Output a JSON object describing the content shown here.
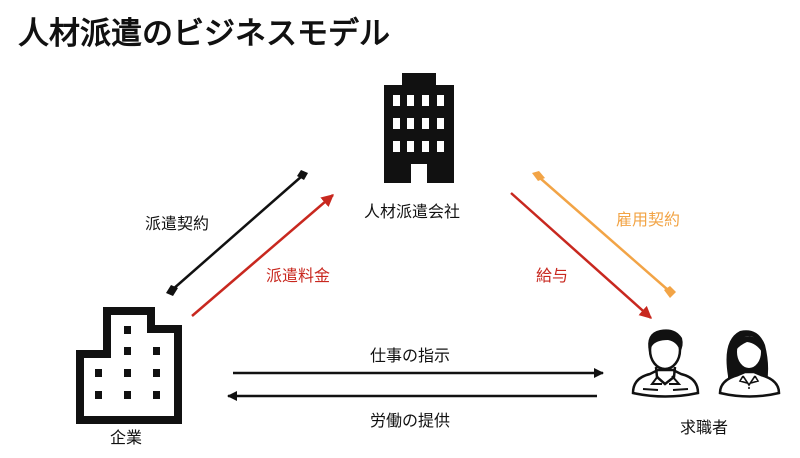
{
  "title": "人材派遣のビジネスモデル",
  "nodes": {
    "agency": {
      "label": "人材派遣会社",
      "icon": "office-building-icon"
    },
    "company": {
      "label": "企業",
      "icon": "company-building-icon"
    },
    "jobseekers": {
      "label": "求職者",
      "icons": [
        "male-person-icon",
        "female-person-icon"
      ]
    }
  },
  "relations": {
    "dispatch_contract": {
      "label": "派遣契約",
      "color": "#111111"
    },
    "dispatch_fee": {
      "label": "派遣料金",
      "color": "#c8281f"
    },
    "employment_contract": {
      "label": "雇用契約",
      "color": "#f2a446"
    },
    "salary": {
      "label": "給与",
      "color": "#c8281f"
    },
    "work_instruction": {
      "label": "仕事の指示",
      "color": "#111111"
    },
    "labor_provision": {
      "label": "労働の提供",
      "color": "#111111"
    }
  }
}
